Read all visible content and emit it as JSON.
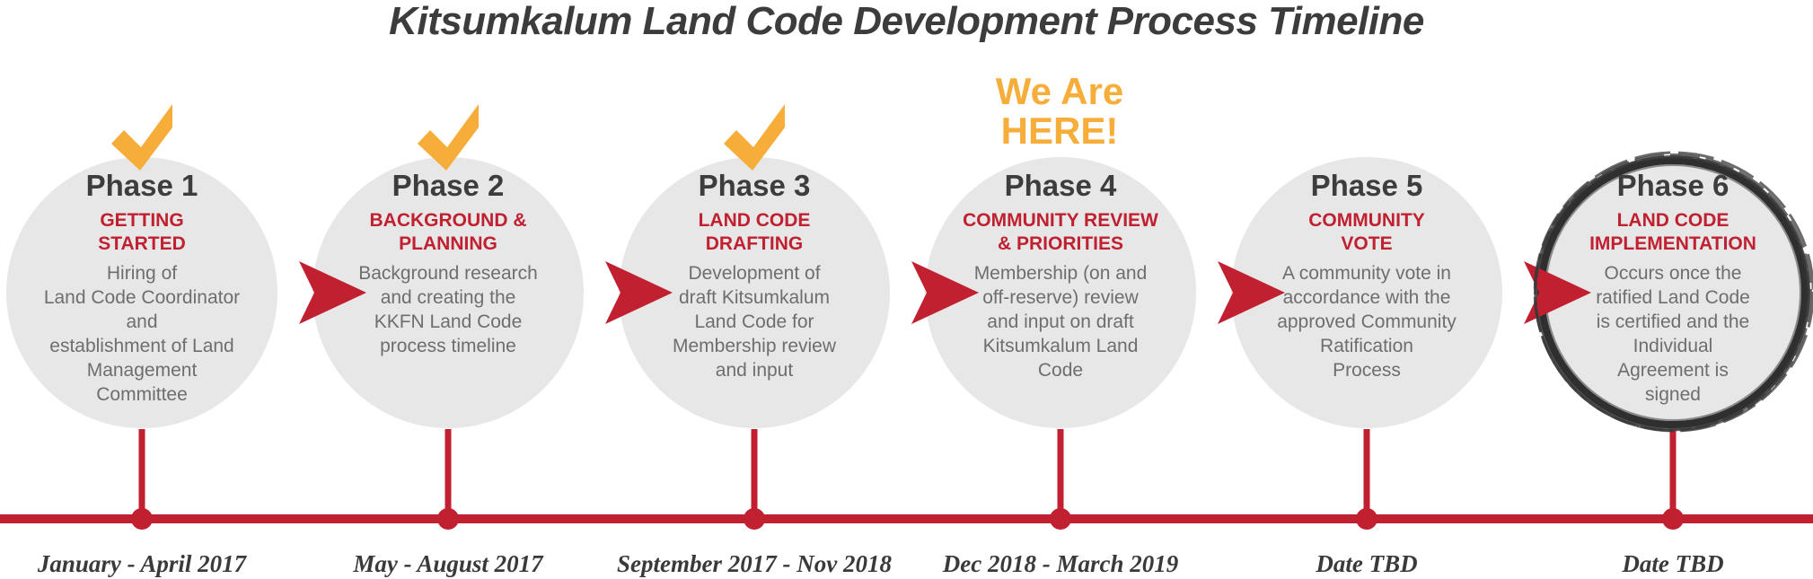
{
  "title": "Kitsumkalum Land Code Development Process Timeline",
  "current_marker": [
    "We Are",
    "HERE!"
  ],
  "colors": {
    "accent_red": "#c0202f",
    "check_orange": "#f7ad3a",
    "circle_gray": "#e7e7e8",
    "text_dark": "#3d3d3d",
    "text_gray": "#6e6e6e"
  },
  "phases": [
    {
      "title": "Phase 1",
      "subtitle": [
        "GETTING",
        "STARTED"
      ],
      "description": [
        "Hiring of",
        "Land Code Coordinator",
        "and",
        "establishment of Land",
        "Management",
        "Committee"
      ],
      "date": "January - April 2017",
      "completed": true,
      "current": false
    },
    {
      "title": "Phase 2",
      "subtitle": [
        "BACKGROUND &",
        "PLANNING"
      ],
      "description": [
        "Background research",
        "and creating the",
        "KKFN Land Code",
        "process timeline"
      ],
      "date": "May - August 2017",
      "completed": true,
      "current": false
    },
    {
      "title": "Phase 3",
      "subtitle": [
        "LAND CODE",
        "DRAFTING"
      ],
      "description": [
        "Development of",
        "draft Kitsumkalum",
        "Land Code for",
        "Membership review",
        "and input"
      ],
      "date": "September 2017 - Nov 2018",
      "completed": true,
      "current": false
    },
    {
      "title": "Phase 4",
      "subtitle": [
        "COMMUNITY REVIEW",
        "& PRIORITIES"
      ],
      "description": [
        "Membership (on and",
        "off-reserve) review",
        "and input on draft",
        "Kitsumkalum Land",
        "Code"
      ],
      "date": "Dec 2018 - March 2019",
      "completed": false,
      "current": true
    },
    {
      "title": "Phase 5",
      "subtitle": [
        "COMMUNITY",
        "VOTE"
      ],
      "description": [
        "A community vote in",
        "accordance with the",
        "approved Community",
        "Ratification",
        "Process"
      ],
      "date": "Date TBD",
      "completed": false,
      "current": false
    },
    {
      "title": "Phase 6",
      "subtitle": [
        "LAND CODE",
        "IMPLEMENTATION"
      ],
      "description": [
        "Occurs once the",
        "ratified Land Code",
        "is certified and the",
        "Individual",
        "Agreement is",
        "signed"
      ],
      "date": "Date TBD",
      "completed": false,
      "current": false
    }
  ]
}
